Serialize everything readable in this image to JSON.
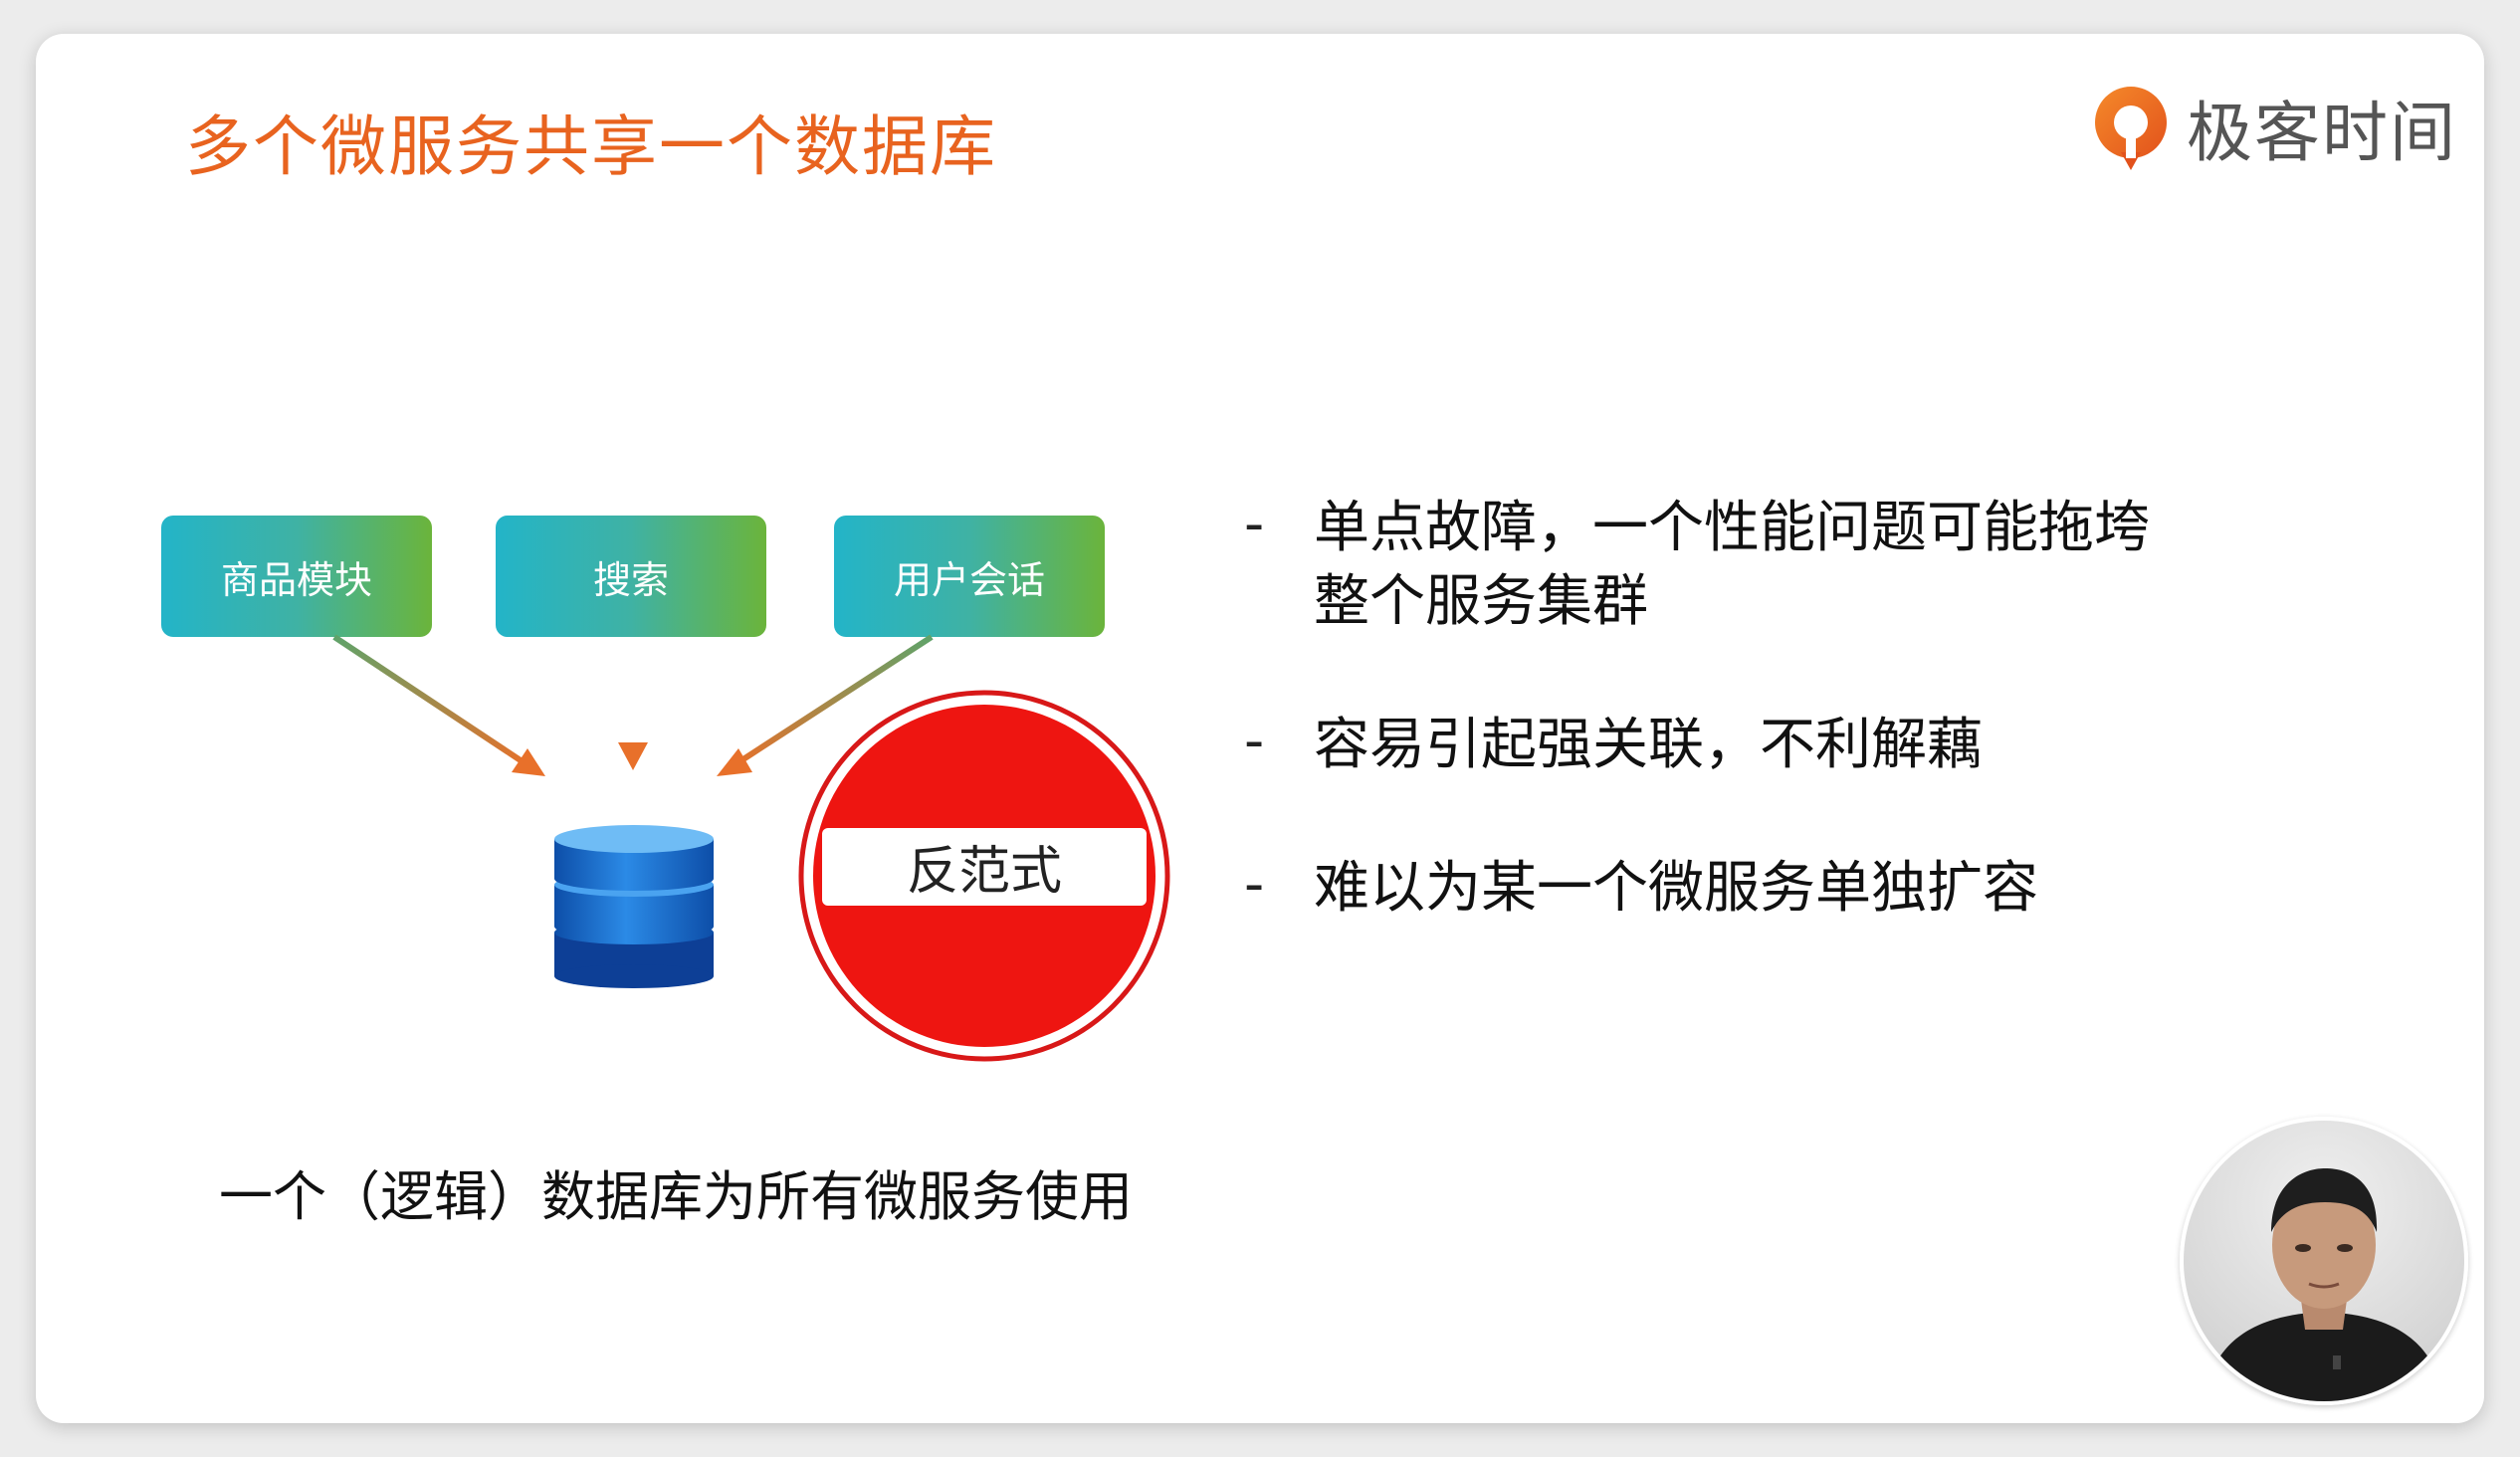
{
  "slide": {
    "title": "多个微服务共享一个数据库",
    "logo_text": "极客时间",
    "modules": [
      "商品模块",
      "搜索",
      "用户会话"
    ],
    "sign_label": "反范式",
    "caption": "一个（逻辑）数据库为所有微服务使用",
    "bullets": [
      {
        "dash": "-",
        "lines": [
          "单点故障，一个性能问题可能拖垮",
          "整个服务集群"
        ]
      },
      {
        "dash": "-",
        "lines": [
          "容易引起强关联，不利解藕"
        ]
      },
      {
        "dash": "-",
        "lines": [
          "难以为某一个微服务单独扩容"
        ]
      }
    ]
  },
  "colors": {
    "title": "#e8631f",
    "logo_accent": "#f07a22",
    "box_start": "#23b4c8",
    "box_end": "#6bb43b",
    "arrow": "#e07a2c",
    "sign_red": "#e8120f",
    "db_blue": "#1c6fd0"
  },
  "icons": {
    "logo": "geek-time-logo-icon",
    "database": "database-icon",
    "no_entry": "no-entry-sign-icon",
    "presenter": "presenter-avatar"
  }
}
